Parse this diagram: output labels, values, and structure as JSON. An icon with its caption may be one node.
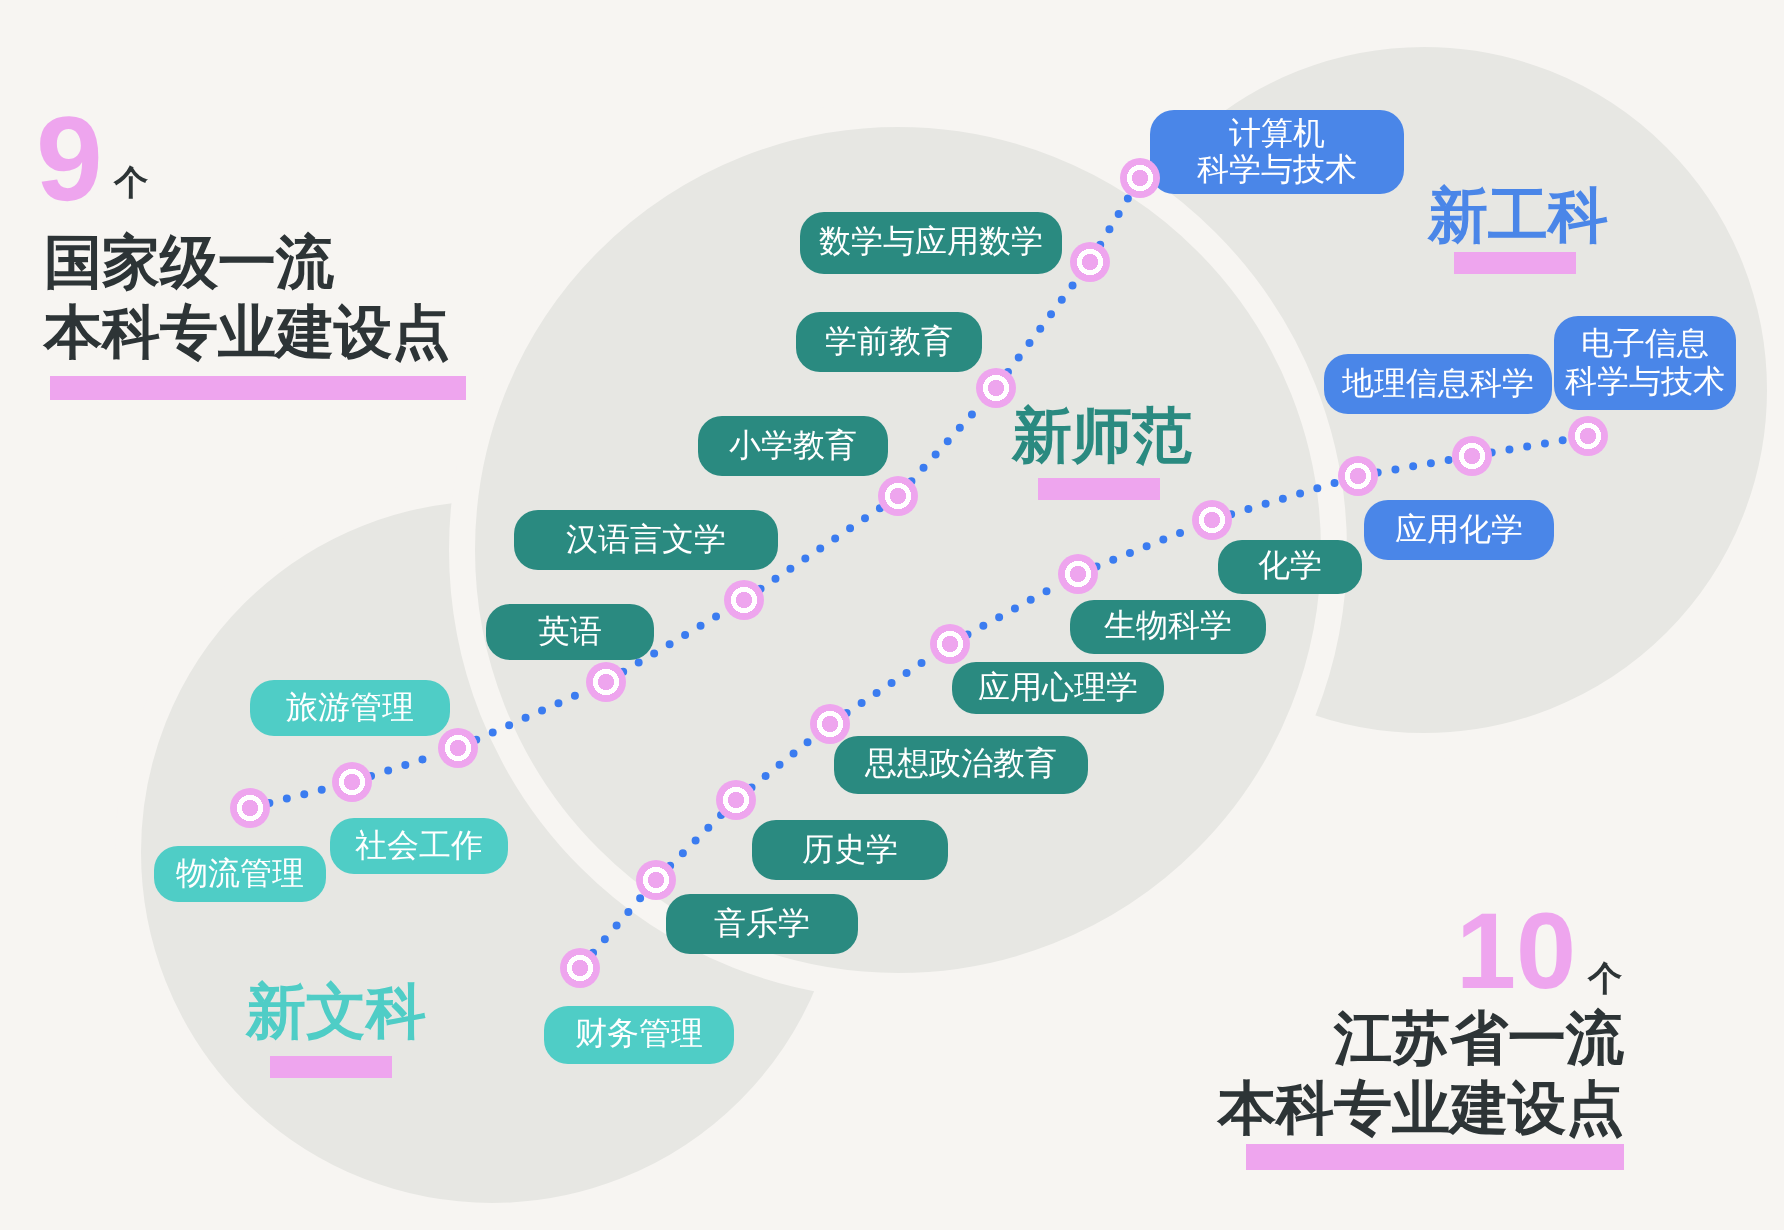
{
  "diagram": {
    "nodes": [
      {
        "text": [
          "新师范"
        ]
      },
      {
        "text": [
          "新工科"
        ]
      },
      {
        "text": [
          "新文科"
        ]
      },
      {
        "text": [
          "物流管理"
        ]
      },
      {
        "text": [],
        "shape": "circle"
      },
      {
        "text": [
          "社会工作"
        ]
      },
      {
        "text": [],
        "shape": "circle"
      },
      {
        "text": [
          "旅游管理"
        ]
      },
      {
        "text": [],
        "shape": "circle"
      },
      {
        "text": [
          "英语"
        ]
      },
      {
        "text": [],
        "shape": "circle"
      },
      {
        "text": [
          "汉语言文学"
        ]
      },
      {
        "text": [],
        "shape": "circle"
      },
      {
        "text": [
          "小学教育"
        ]
      },
      {
        "text": [],
        "shape": "circle"
      },
      {
        "text": [
          "学前教育"
        ]
      },
      {
        "text": [],
        "shape": "circle"
      },
      {
        "text": [
          "数学与应用数学"
        ]
      },
      {
        "text": [],
        "shape": "circle"
      },
      {
        "text": [
          "计算机科学与技术"
        ]
      },
      {
        "text": [],
        "shape": "circle"
      },
      {
        "text": [
          "财务管理"
        ]
      },
      {
        "text": [],
        "shape": "circle"
      },
      {
        "text": [
          "音乐学"
        ]
      },
      {
        "text": [],
        "shape": "circle"
      },
      {
        "text": [
          "历史学"
        ]
      },
      {
        "text": [],
        "shape": "circle"
      },
      {
        "text": [
          "思想政治教育"
        ]
      },
      {
        "text": [],
        "shape": "circle"
      },
      {
        "text": [
          "应用心理学"
        ]
      },
      {
        "text": [],
        "shape": "circle"
      },
      {
        "text": [
          "生物科学"
        ]
      },
      {
        "text": [],
        "shape": "circle"
      },
      {
        "text": [
          "化学"
        ]
      },
      {
        "text": [],
        "shape": "circle"
      },
      {
        "text": [
          "应用化学"
        ]
      },
      {
        "text": [],
        "shape": "circle"
      },
      {
        "text": [
          "地理信息科学"
        ]
      },
      {
        "text": [],
        "shape": "circle"
      },
      {
        "text": [
          "电子信息科学与技术"
        ]
      },
      {
        "text": [],
        "shape": "circle"
      }
    ],
    "edges": [
      {
        "from": 4,
        "to": 6,
        "arrow": "none"
      },
      {
        "from": 6,
        "to": 8,
        "arrow": "none"
      },
      {
        "from": 8,
        "to": 10,
        "arrow": "none"
      },
      {
        "from": 10,
        "to": 12,
        "arrow": "none"
      },
      {
        "from": 12,
        "to": 14,
        "arrow": "none"
      },
      {
        "from": 14,
        "to": 16,
        "arrow": "none"
      },
      {
        "from": 16,
        "to": 18,
        "arrow": "none"
      },
      {
        "from": 18,
        "to": 20,
        "arrow": "none"
      },
      {
        "from": 22,
        "to": 24,
        "arrow": "none"
      },
      {
        "from": 24,
        "to": 26,
        "arrow": "none"
      },
      {
        "from": 26,
        "to": 28,
        "arrow": "none"
      },
      {
        "from": 28,
        "to": 30,
        "arrow": "none"
      },
      {
        "from": 30,
        "to": 32,
        "arrow": "none"
      },
      {
        "from": 32,
        "to": 34,
        "arrow": "none"
      },
      {
        "from": 34,
        "to": 36,
        "arrow": "none"
      },
      {
        "from": 36,
        "to": 38,
        "arrow": "none"
      },
      {
        "from": 38,
        "to": 40,
        "arrow": "none"
      }
    ],
    "labels": [
      "9",
      "个",
      "国家级一流本科专业建设点",
      "10",
      "个",
      "江苏省一流本科专业建设点"
    ]
  }
}
